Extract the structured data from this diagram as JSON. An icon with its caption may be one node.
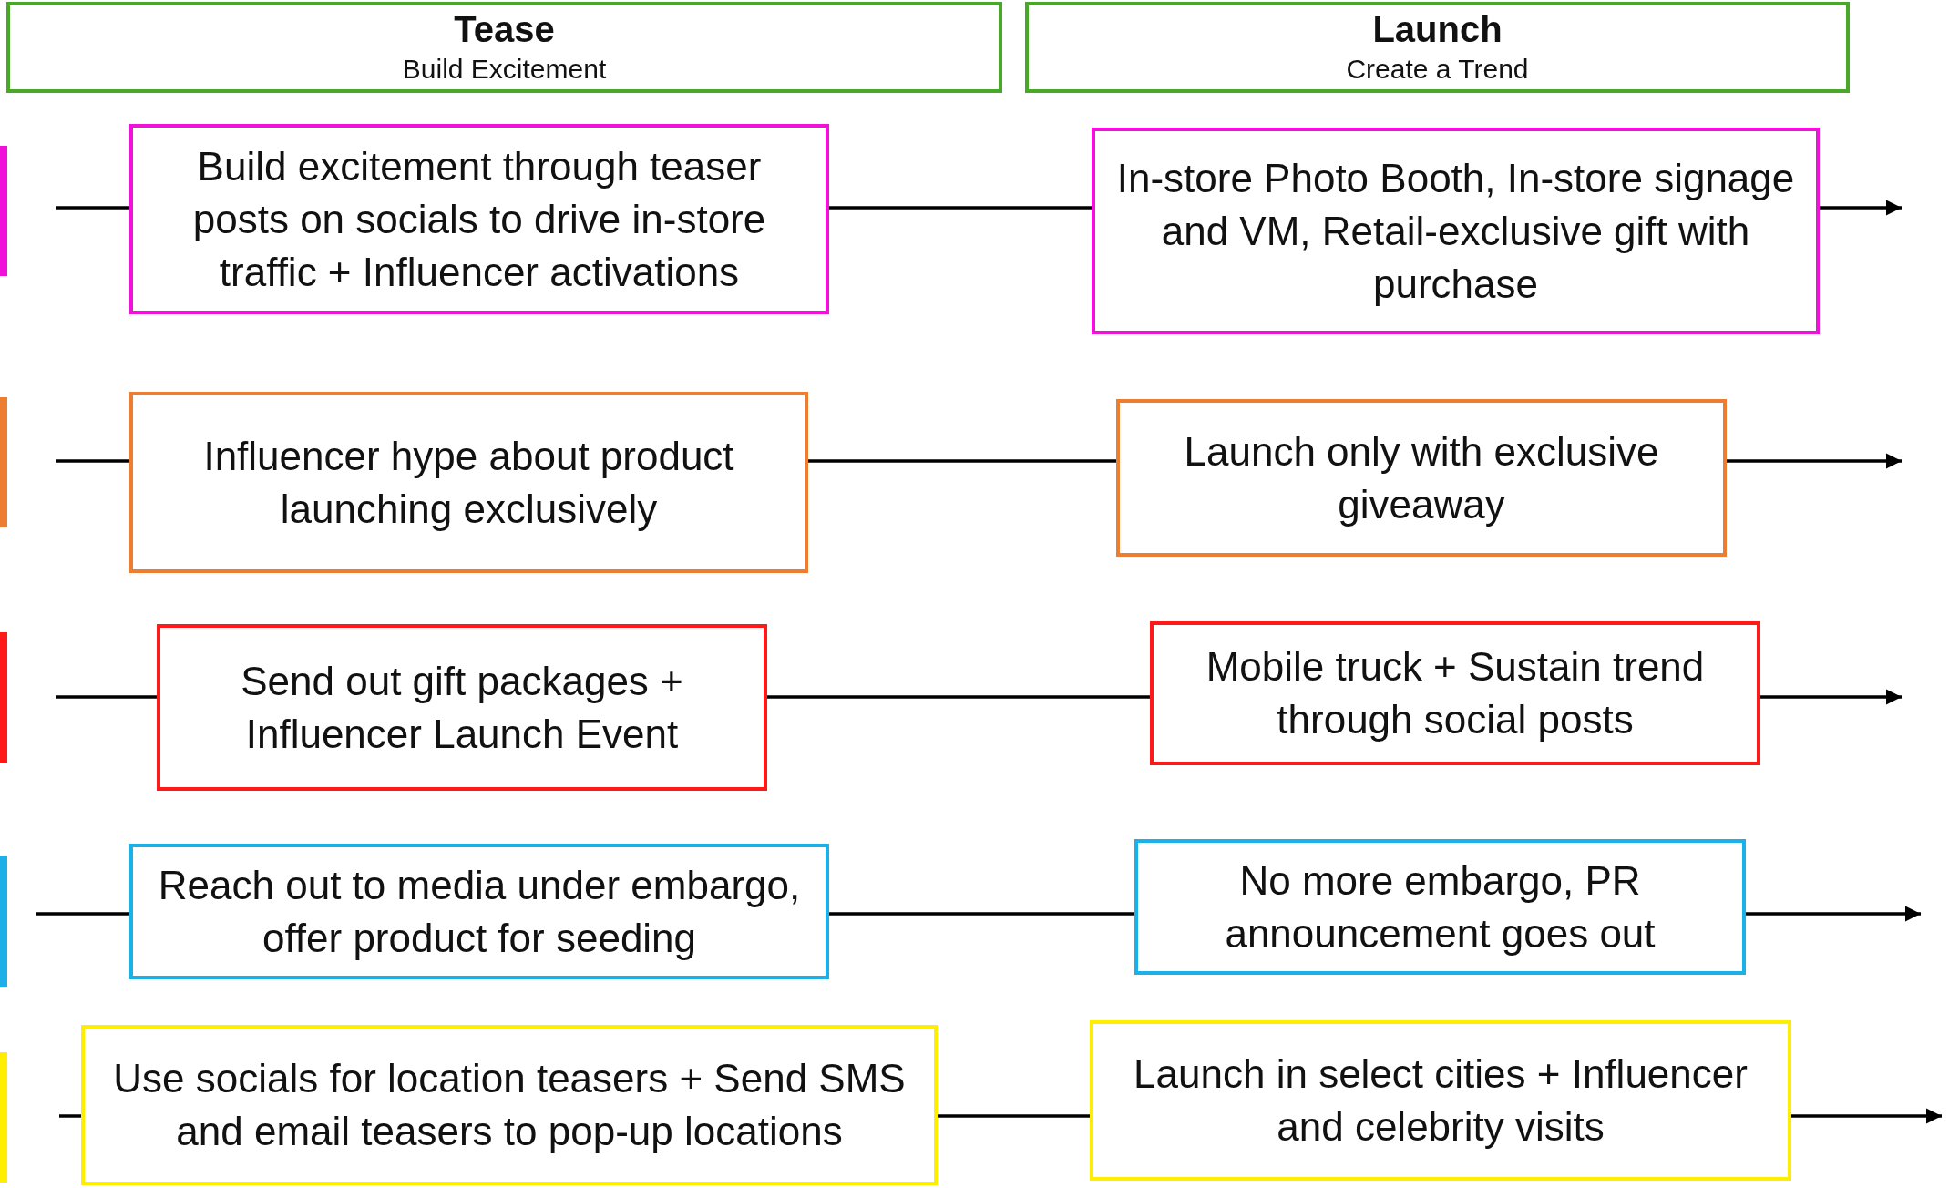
{
  "diagram": {
    "nodes": [
      {
        "text": [
          "Tease",
          "Build Excitement"
        ]
      },
      {
        "text": [
          "Launch",
          "Create a Trend"
        ]
      },
      {
        "text": [
          "Build excitement through teaser posts on socials to drive in-store traffic + Influencer activations"
        ]
      },
      {
        "text": [
          "In-store Photo Booth, In-store signage and VM, Retail-exclusive gift with purchase"
        ]
      },
      {
        "text": [
          "Influencer hype about product launching exclusively"
        ]
      },
      {
        "text": [
          "Launch only with exclusive giveaway"
        ]
      },
      {
        "text": [
          "Send out gift packages + Influencer Launch Event"
        ]
      },
      {
        "text": [
          "Mobile truck + Sustain trend through social posts"
        ]
      },
      {
        "text": [
          "Reach out to media under embargo, offer product for seeding"
        ]
      },
      {
        "text": [
          "No more embargo, PR announcement goes out"
        ]
      },
      {
        "text": [
          "Use socials for location teasers + Send SMS and email teasers to pop-up locations"
        ]
      },
      {
        "text": [
          "Launch in select cities + Influencer and celebrity visits"
        ]
      }
    ],
    "edges": [
      {
        "from": null,
        "to": 2,
        "arrow": "none"
      },
      {
        "from": 2,
        "to": 3,
        "arrow": "none"
      },
      {
        "from": 3,
        "to": null,
        "arrow": "to"
      },
      {
        "from": null,
        "to": 4,
        "arrow": "none"
      },
      {
        "from": 4,
        "to": 5,
        "arrow": "none"
      },
      {
        "from": 5,
        "to": null,
        "arrow": "to"
      },
      {
        "from": null,
        "to": 6,
        "arrow": "none"
      },
      {
        "from": 6,
        "to": 7,
        "arrow": "none"
      },
      {
        "from": 7,
        "to": null,
        "arrow": "to"
      },
      {
        "from": null,
        "to": 8,
        "arrow": "none"
      },
      {
        "from": 8,
        "to": 9,
        "arrow": "none"
      },
      {
        "from": 9,
        "to": null,
        "arrow": "to"
      },
      {
        "from": null,
        "to": 10,
        "arrow": "none"
      },
      {
        "from": 10,
        "to": 11,
        "arrow": "none"
      },
      {
        "from": 11,
        "to": null,
        "arrow": "to"
      }
    ]
  }
}
